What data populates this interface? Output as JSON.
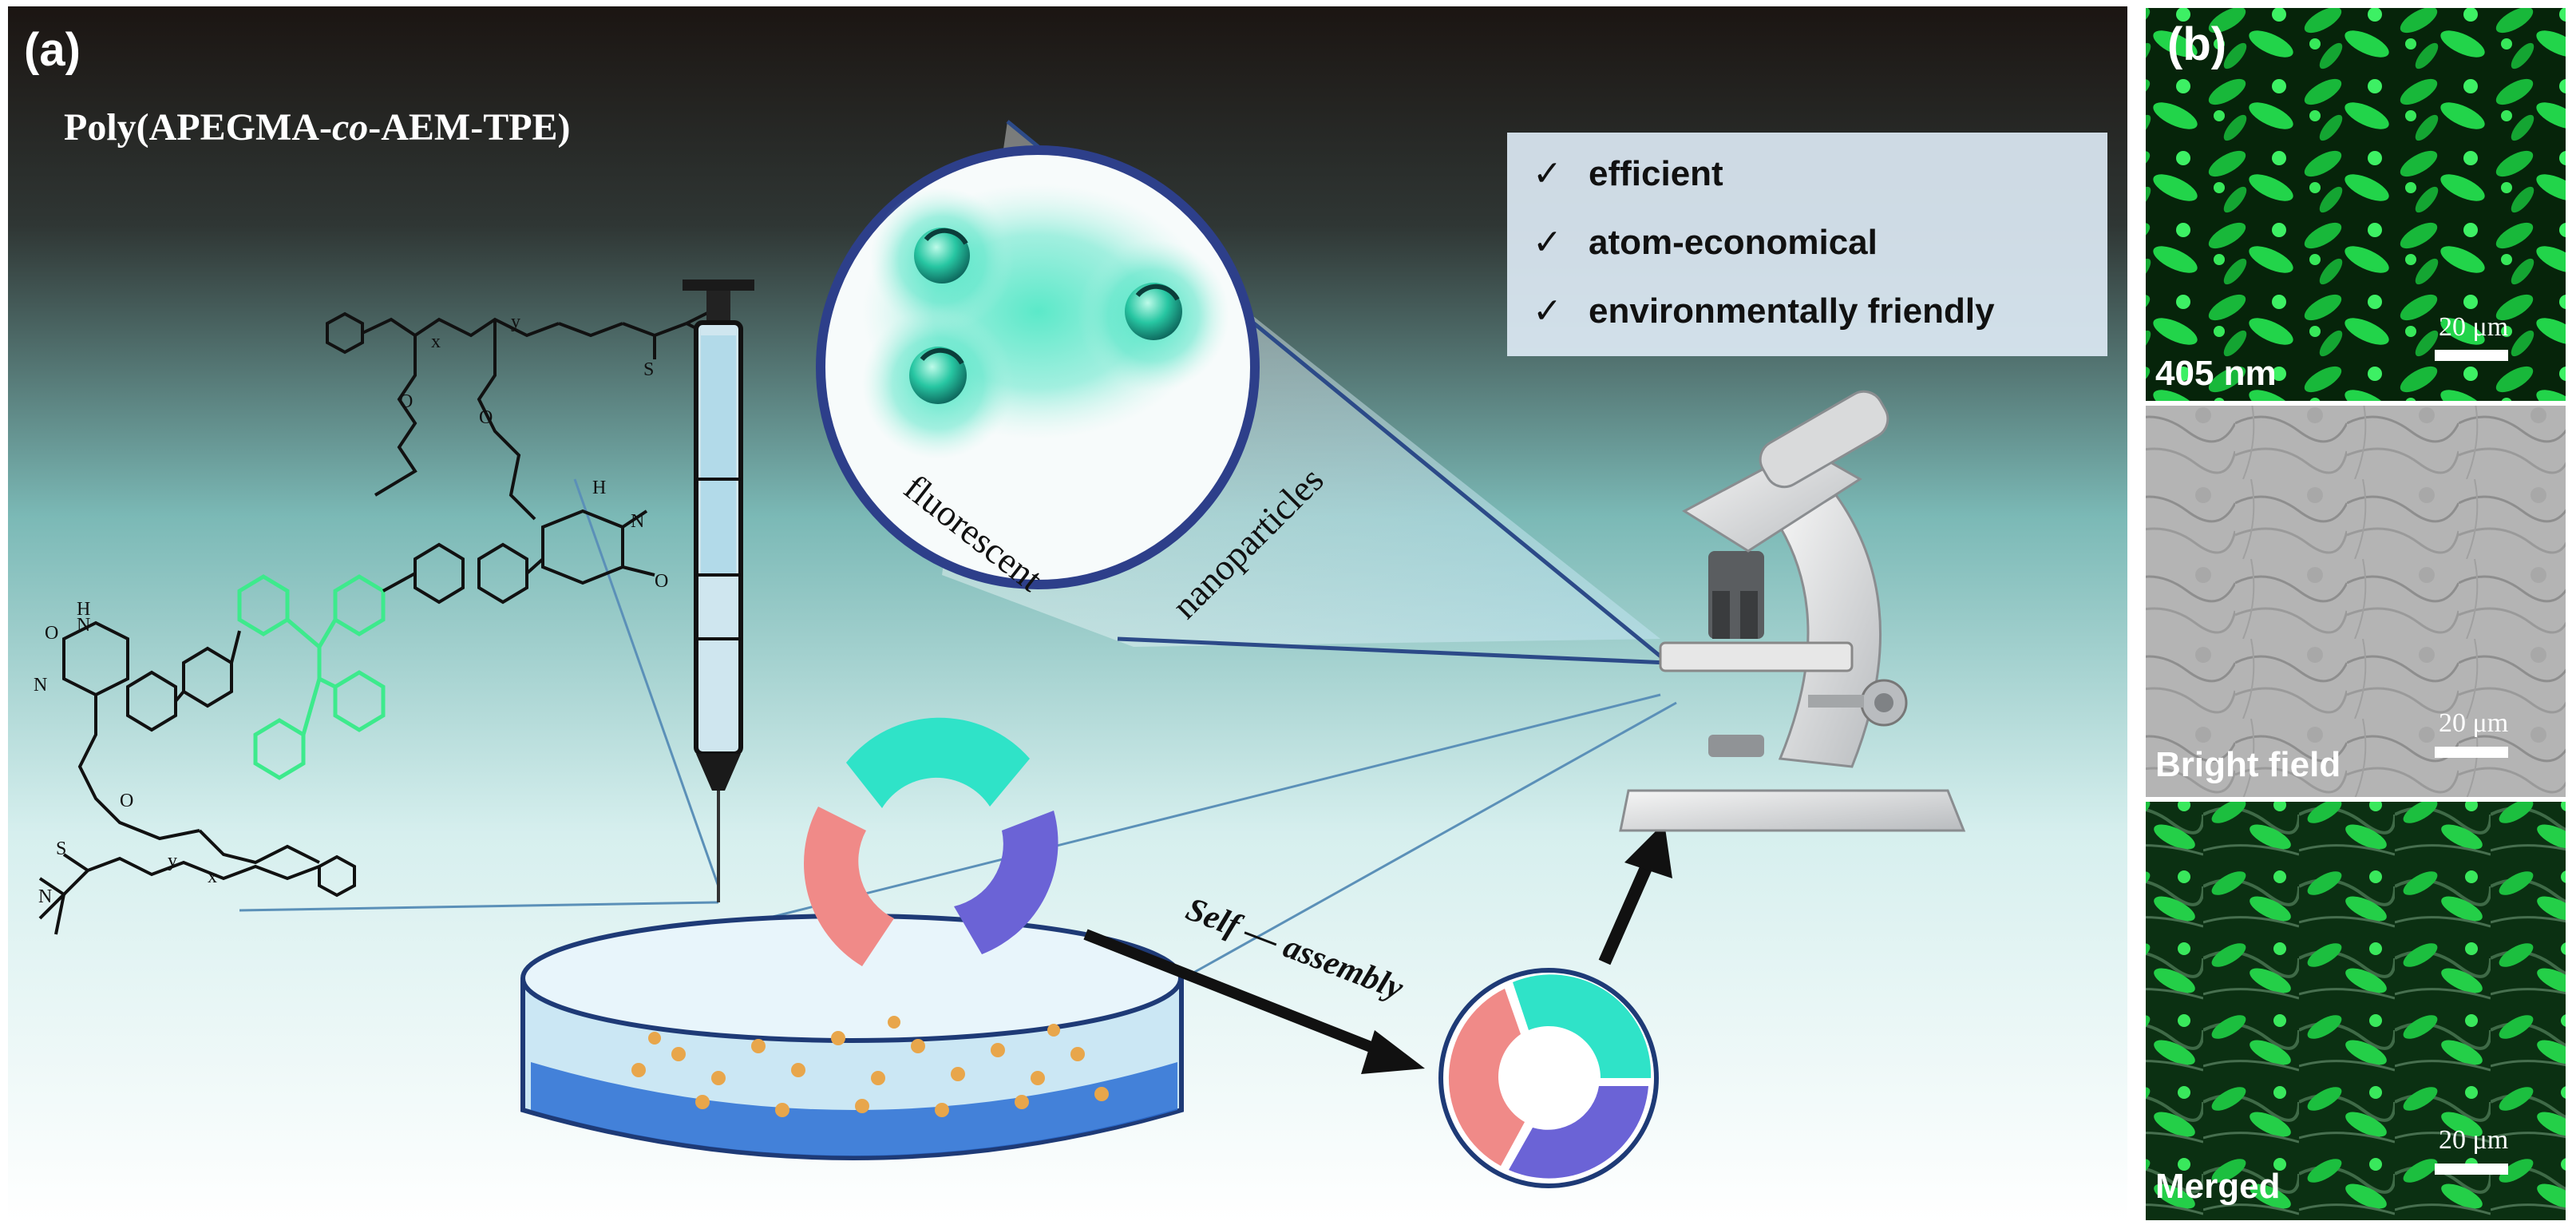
{
  "panel_a": {
    "label": "(a)",
    "polymer_name_pre": "Poly(APEGMA-",
    "polymer_name_italic": "co",
    "polymer_name_post": "-AEM-TPE)",
    "benefits": [
      {
        "check": "✓",
        "text": "efficient"
      },
      {
        "check": "✓",
        "text": "atom-economical"
      },
      {
        "check": "✓",
        "text": "environmentally friendly"
      }
    ],
    "bubble_label_left": "fluorescent",
    "bubble_label_right": "nanoparticles",
    "process_label": "Self — assembly",
    "ring_colors": {
      "cyan": "#2fe3c8",
      "pink": "#f08a88",
      "purple": "#6b63d6"
    },
    "tpe_color": "#3dea8c",
    "background_top": "#1d1714",
    "background_bottom": "#ffffff"
  },
  "panel_b": {
    "label": "(b)",
    "images": [
      {
        "caption": "405 nm",
        "scale": "20 μm",
        "kind": "fluorescence"
      },
      {
        "caption": "Bright field",
        "scale": "20 μm",
        "kind": "brightfield"
      },
      {
        "caption": "Merged",
        "scale": "20 μm",
        "kind": "merged"
      }
    ],
    "fluor_color": "#27e04a"
  },
  "chem": {
    "NH": "N",
    "H": "H",
    "O": "O",
    "S": "S",
    "N": "N",
    "x": "x",
    "y": "y"
  }
}
